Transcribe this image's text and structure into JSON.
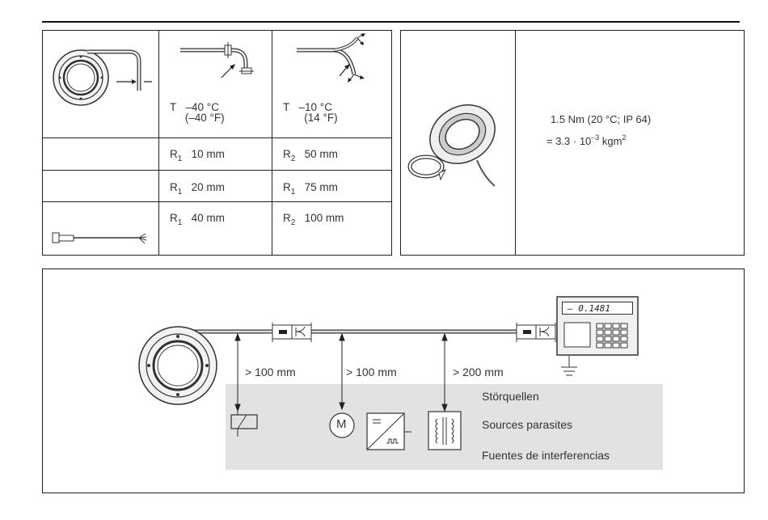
{
  "bend_table": {
    "static_temp": {
      "prefix": "T",
      "value": "–40 °C",
      "alt": "(–40 °F)"
    },
    "dynamic_temp": {
      "prefix": "T",
      "value": "–10 °C",
      "alt": "(14 °F)"
    },
    "rows": [
      {
        "c1_sym": "R",
        "c1_sub": "1",
        "c1_val": "10 mm",
        "c2_sym": "R",
        "c2_sub": "2",
        "c2_val": "50 mm"
      },
      {
        "c1_sym": "R",
        "c1_sub": "1",
        "c1_val": "20 mm",
        "c2_sym": "R",
        "c2_sub": "1",
        "c2_val": "75 mm"
      },
      {
        "c1_sym": "R",
        "c1_sub": "1",
        "c1_val": "40 mm",
        "c2_sym": "R",
        "c2_sub": "2",
        "c2_val": "100 mm"
      }
    ]
  },
  "torque": {
    "line1": "1.5 Nm  (20 °C; IP 64)",
    "line2_prefix": "= 3.3 · 10",
    "line2_exp": "–3",
    "line2_unit": " kgm",
    "line2_unit_exp": "2"
  },
  "emi": {
    "display_value": "–      0.1481",
    "distances": [
      "> 100 mm",
      "> 100 mm",
      "> 200 mm"
    ],
    "motor_label": "M",
    "sources": [
      "Störquellen",
      "Sources parasites",
      "Fuentes de interferencias"
    ]
  },
  "icons": [
    "encoder-front-icon",
    "cable-bend-static-icon",
    "cable-bend-dynamic-icon",
    "connector-cable-icon",
    "encoder-mounting-torque-icon",
    "rotation-arrow-icon",
    "coupling-icon",
    "counter-display-icon",
    "ground-icon",
    "relay-icon",
    "motor-icon",
    "inverter-icon",
    "transformer-icon"
  ]
}
